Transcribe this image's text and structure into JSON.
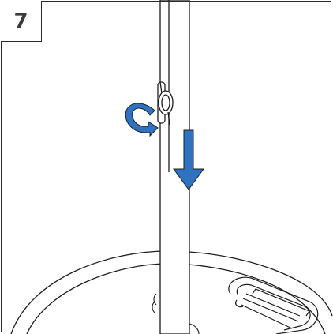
{
  "step": {
    "number": "7"
  },
  "illustration": {
    "parts": [
      "pole",
      "clamp-knob",
      "base-dish",
      "base-slot"
    ],
    "arrows": [
      {
        "name": "rotate-arrow",
        "meaning": "rotate"
      },
      {
        "name": "down-arrow",
        "meaning": "push down"
      }
    ]
  },
  "colors": {
    "arrow": "#2f72c0",
    "line": "#1e1e1e",
    "background": "#ffffff"
  }
}
